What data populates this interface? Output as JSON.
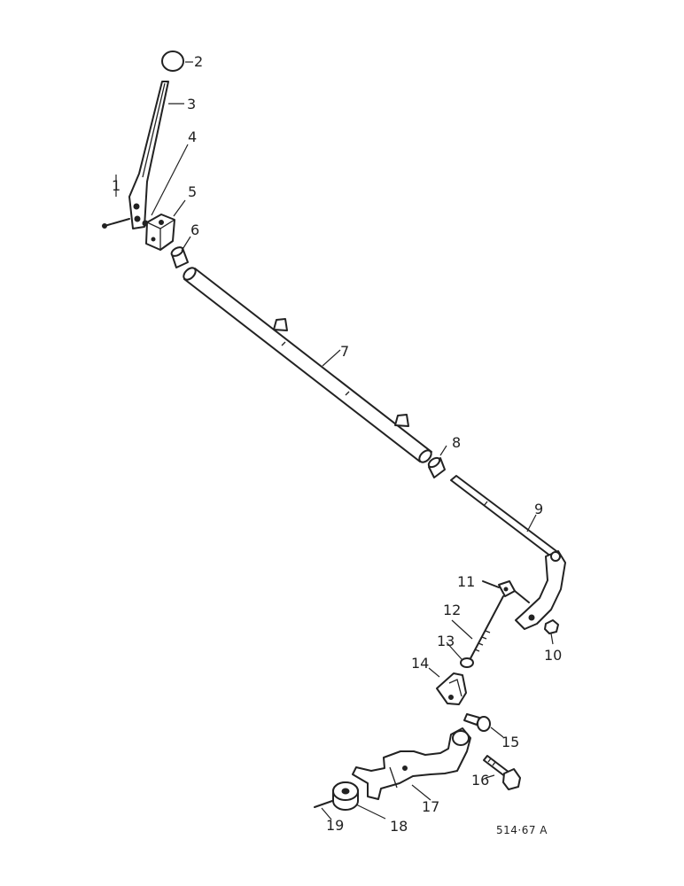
{
  "labels": {
    "l1": "1",
    "l2": "2",
    "l3": "3",
    "l4": "4",
    "l5": "5",
    "l6": "6",
    "l7": "7",
    "l8": "8",
    "l9": "9",
    "l10": "10",
    "l11": "11",
    "l12": "12",
    "l13": "13",
    "l14": "14",
    "l15": "15",
    "l16": "16",
    "l17": "17",
    "l18": "18",
    "l19": "19"
  },
  "drawing_code": "514·67 A"
}
